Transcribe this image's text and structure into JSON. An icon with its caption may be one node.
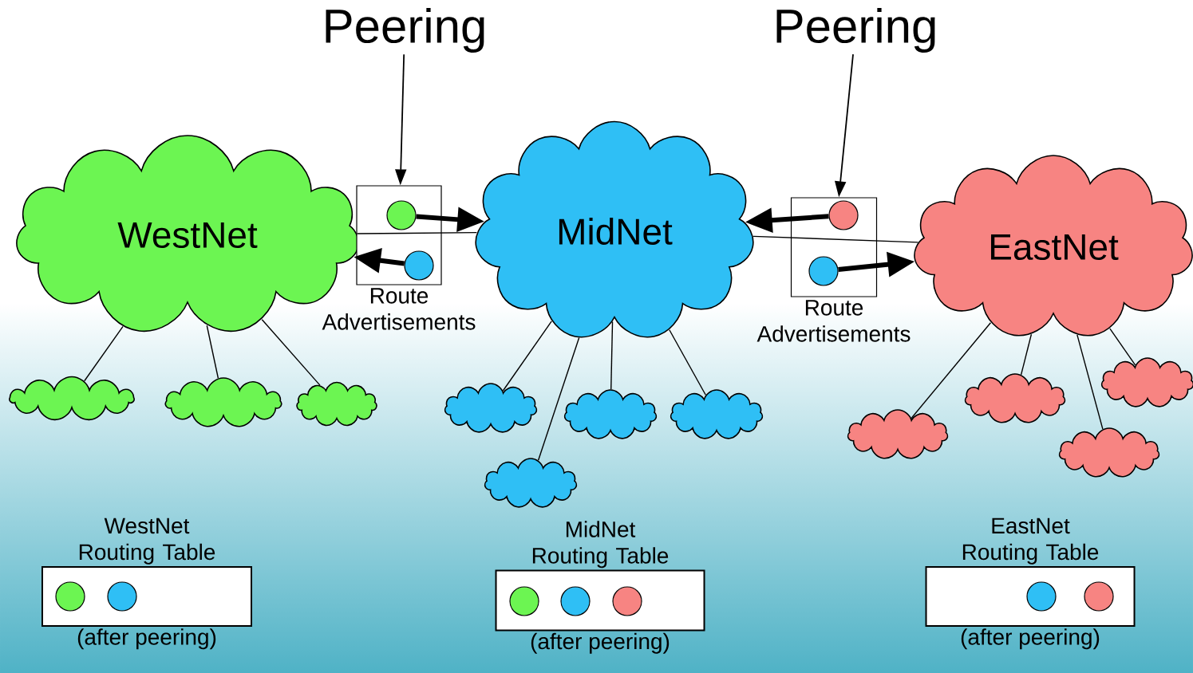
{
  "diagram": {
    "nodes": [
      {
        "text": [
          "WestNet"
        ]
      },
      {
        "text": [
          "MidNet"
        ]
      },
      {
        "text": [
          "EastNet"
        ]
      },
      {
        "text": [],
        "shape": "cloud"
      },
      {
        "text": [],
        "shape": "cloud"
      },
      {
        "text": [],
        "shape": "cloud"
      },
      {
        "text": [],
        "shape": "cloud"
      },
      {
        "text": [],
        "shape": "cloud"
      },
      {
        "text": [],
        "shape": "cloud"
      },
      {
        "text": [],
        "shape": "cloud"
      },
      {
        "text": [],
        "shape": "cloud"
      },
      {
        "text": [],
        "shape": "cloud"
      },
      {
        "text": [],
        "shape": "cloud"
      },
      {
        "text": [],
        "shape": "cloud"
      },
      {
        "text": [
          "Peering"
        ]
      },
      {
        "text": [
          "Peering"
        ]
      },
      {
        "text": [],
        "shape": "box",
        "beside": [
          "Route Advertisements"
        ]
      },
      {
        "text": [],
        "shape": "circle",
        "in": 16
      },
      {
        "text": [],
        "shape": "circle",
        "in": 16
      },
      {
        "text": [],
        "shape": "box",
        "beside": [
          "Route Advertisements"
        ]
      },
      {
        "text": [],
        "shape": "circle",
        "in": 19
      },
      {
        "text": [],
        "shape": "circle",
        "in": 19
      },
      {
        "text": [
          "WestNet Routing Table"
        ],
        "beside": [
          "(after peering)"
        ]
      },
      {
        "text": [],
        "shape": "circle",
        "in": 22
      },
      {
        "text": [],
        "shape": "circle",
        "in": 22
      },
      {
        "text": [
          "MidNet Routing Table"
        ],
        "beside": [
          "(after peering)"
        ]
      },
      {
        "text": [],
        "shape": "circle",
        "in": 25
      },
      {
        "text": [],
        "shape": "circle",
        "in": 25
      },
      {
        "text": [],
        "shape": "circle",
        "in": 25
      },
      {
        "text": [
          "EastNet Routing Table"
        ],
        "beside": [
          "(after peering)"
        ]
      },
      {
        "text": [],
        "shape": "circle",
        "in": 29
      },
      {
        "text": [],
        "shape": "circle",
        "in": 29
      }
    ],
    "edges": [
      {
        "from": 0,
        "to": 1,
        "arrow": "none"
      },
      {
        "from": 1,
        "to": 2,
        "arrow": "none"
      },
      {
        "from": 0,
        "to": 3,
        "arrow": "none"
      },
      {
        "from": 0,
        "to": 4,
        "arrow": "none"
      },
      {
        "from": 0,
        "to": 5,
        "arrow": "none"
      },
      {
        "from": 1,
        "to": 6,
        "arrow": "none"
      },
      {
        "from": 1,
        "to": 7,
        "arrow": "none"
      },
      {
        "from": 1,
        "to": 8,
        "arrow": "none"
      },
      {
        "from": 1,
        "to": 9,
        "arrow": "none"
      },
      {
        "from": 2,
        "to": 10,
        "arrow": "none"
      },
      {
        "from": 2,
        "to": 11,
        "arrow": "none"
      },
      {
        "from": 2,
        "to": 12,
        "arrow": "none"
      },
      {
        "from": 2,
        "to": 13,
        "arrow": "none"
      },
      {
        "from": 14,
        "to": 16,
        "arrow": "to"
      },
      {
        "from": 15,
        "to": 19,
        "arrow": "to"
      },
      {
        "from": 17,
        "to": 1,
        "arrow": "to",
        "style": "thick"
      },
      {
        "from": 18,
        "to": 0,
        "arrow": "to",
        "style": "thick"
      },
      {
        "from": 20,
        "to": 1,
        "arrow": "to",
        "style": "thick"
      },
      {
        "from": 21,
        "to": 2,
        "arrow": "to",
        "style": "thick"
      }
    ]
  }
}
